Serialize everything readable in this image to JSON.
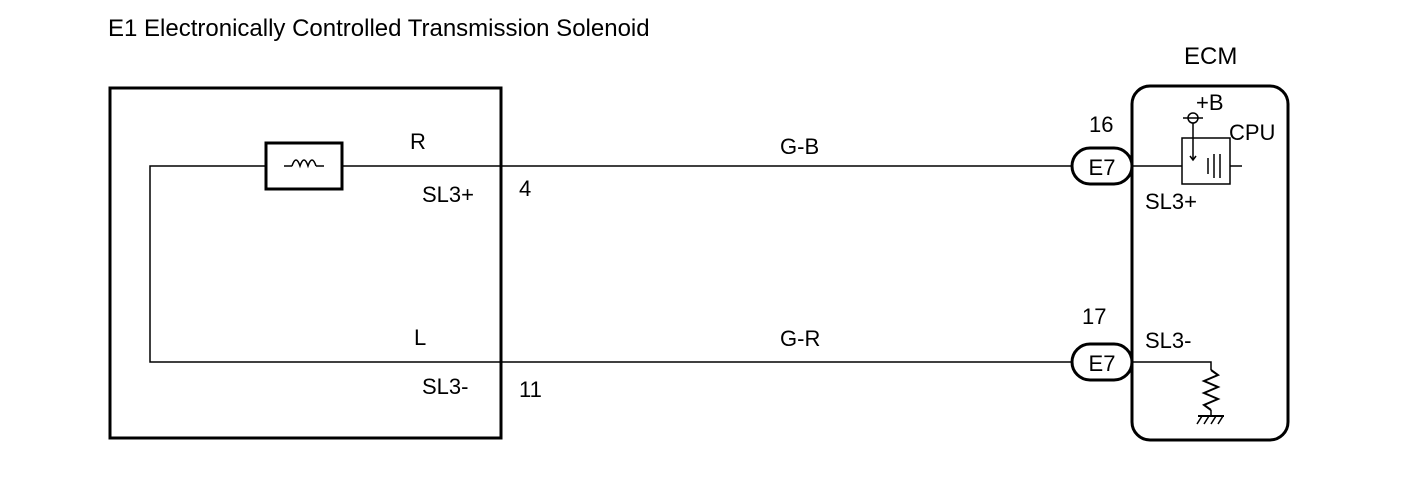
{
  "title": "E1 Electronically Controlled Transmission Solenoid",
  "ecm": {
    "label": "ECM",
    "cpu_label": "CPU",
    "power_label": "+B",
    "pin_top_terminal": "SL3+",
    "pin_bottom_terminal": "SL3-"
  },
  "solenoid": {
    "top_wire_label": "R",
    "top_terminal": "SL3+",
    "top_pin": "4",
    "bottom_wire_label": "L",
    "bottom_terminal": "SL3-",
    "bottom_pin": "11"
  },
  "wires": [
    {
      "color_code": "G-B",
      "connector": "E7",
      "ecm_pin": "16"
    },
    {
      "color_code": "G-R",
      "connector": "E7",
      "ecm_pin": "17"
    }
  ]
}
